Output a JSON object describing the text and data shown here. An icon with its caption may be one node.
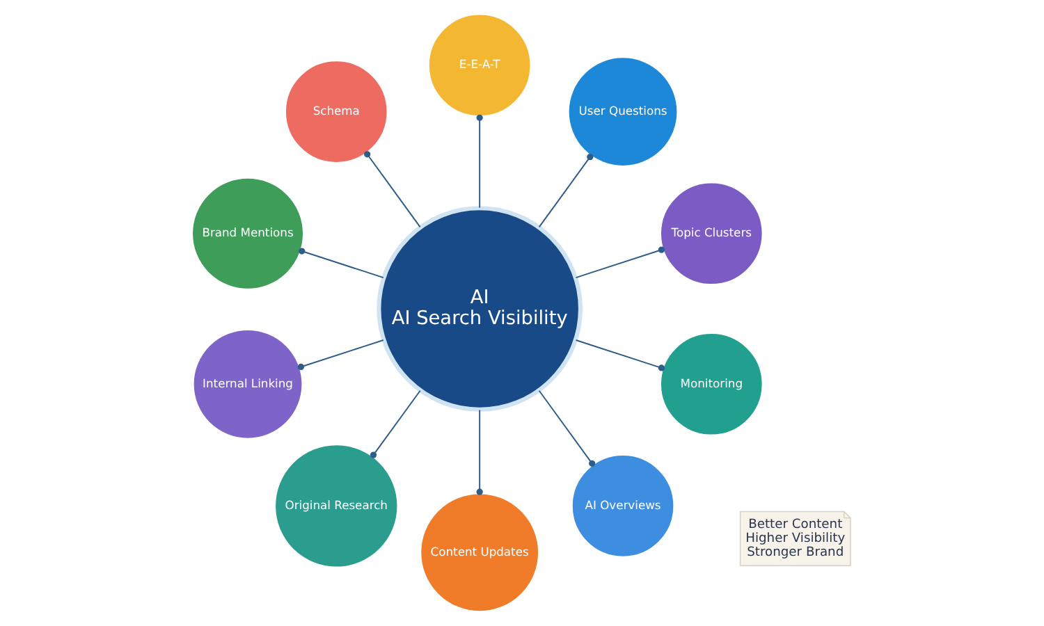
{
  "diagram": {
    "nodes": [
      {
        "text": [
          "AI",
          "AI Search Visibility"
        ]
      },
      {
        "text": [
          "Topic Clusters"
        ]
      },
      {
        "text": [
          "User Questions"
        ]
      },
      {
        "text": [
          "E-E-A-T"
        ]
      },
      {
        "text": [
          "Schema"
        ]
      },
      {
        "text": [
          "Brand Mentions"
        ]
      },
      {
        "text": [
          "Internal Linking"
        ]
      },
      {
        "text": [
          "Original Research"
        ]
      },
      {
        "text": [
          "Content Updates"
        ]
      },
      {
        "text": [
          "AI Overviews"
        ]
      },
      {
        "text": [
          "Monitoring"
        ]
      }
    ],
    "edges": [
      {
        "from": 0,
        "to": 1,
        "arrow": "other"
      },
      {
        "from": 0,
        "to": 2,
        "arrow": "other"
      },
      {
        "from": 0,
        "to": 3,
        "arrow": "other"
      },
      {
        "from": 0,
        "to": 4,
        "arrow": "other"
      },
      {
        "from": 0,
        "to": 5,
        "arrow": "other"
      },
      {
        "from": 0,
        "to": 6,
        "arrow": "other"
      },
      {
        "from": 0,
        "to": 7,
        "arrow": "other"
      },
      {
        "from": 0,
        "to": 8,
        "arrow": "other"
      },
      {
        "from": 0,
        "to": 9,
        "arrow": "other"
      },
      {
        "from": 0,
        "to": 10,
        "arrow": "other"
      }
    ],
    "labels": [
      "Better Content",
      "Higher Visibility",
      "Stronger Brand"
    ]
  }
}
